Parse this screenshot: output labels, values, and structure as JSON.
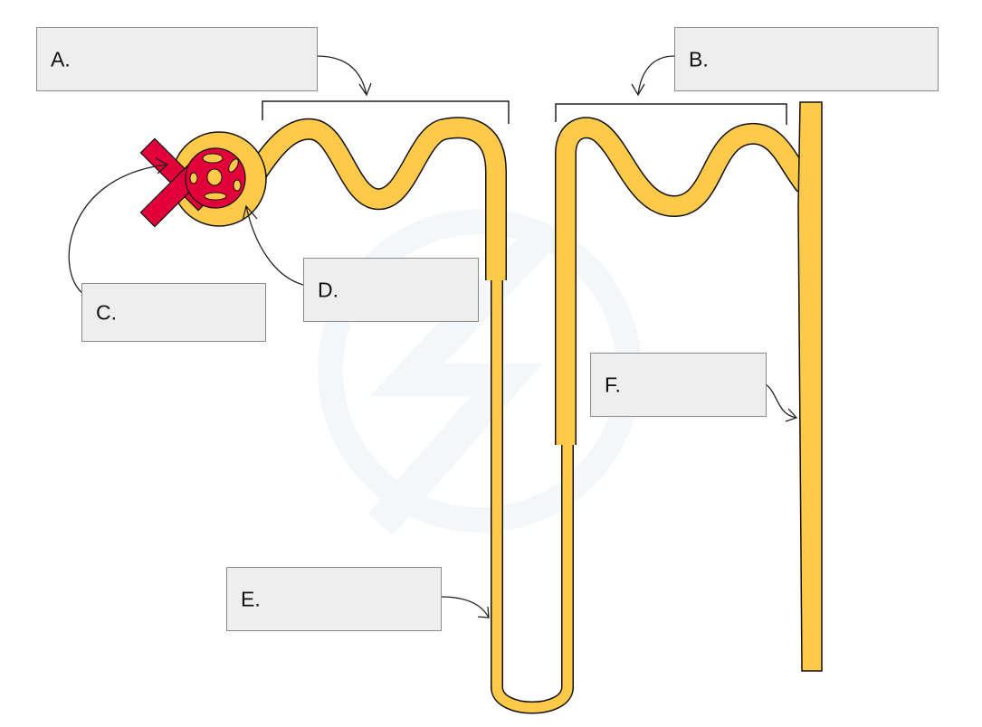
{
  "title": "Nephron structure labelling diagram",
  "colors": {
    "tubule": "#FFC94A",
    "blood_vessel": "#E2003A",
    "box_fill": "#EEEEEE",
    "outline": "#111111"
  },
  "labels": [
    {
      "id": "A",
      "text": "A."
    },
    {
      "id": "B",
      "text": "B."
    },
    {
      "id": "C",
      "text": "C."
    },
    {
      "id": "D",
      "text": "D."
    },
    {
      "id": "E",
      "text": "E."
    },
    {
      "id": "F",
      "text": "F."
    }
  ]
}
